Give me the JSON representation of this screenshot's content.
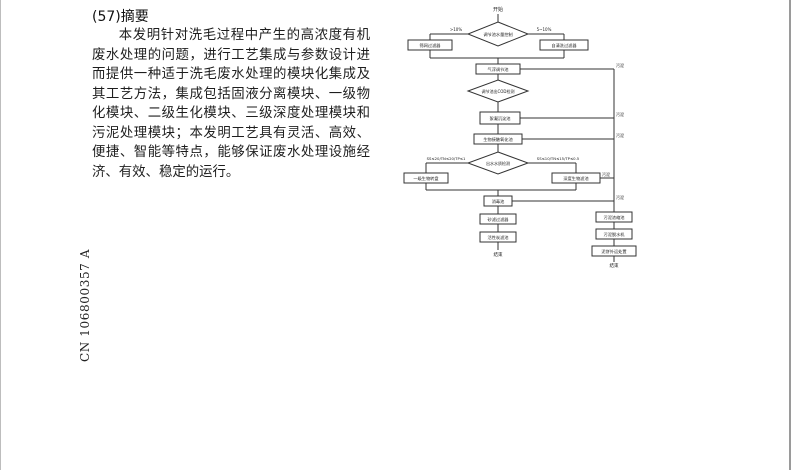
{
  "abstract": {
    "heading": "(57)摘要",
    "text": "本发明针对洗毛过程中产生的高浓度有机废水处理的问题，进行工艺集成与参数设计进而提供一种适于洗毛废水处理的模块化集成及其工艺方法，集成包括固液分离模块、一级物化模块、二级生化模块、三级深度处理模块和污泥处理模块；本发明工艺具有灵活、高效、便捷、智能等特点，能够保证废水处理设施经济、有效、稳定的运行。"
  },
  "document_id": "CN 106800357 A",
  "flowchart": {
    "start": "开始",
    "decision_1": "调节池水量控制",
    "branch_left_1": ">10%",
    "branch_right_1": "5~10%",
    "box_left_1": "筛网过滤器",
    "box_right_1": "自清洗过滤器",
    "box_2": "气浮调节池",
    "decision_2": "调节池出COD检测",
    "box_3": "絮凝沉淀池",
    "box_4": "生物接触氧化池",
    "decision_3": "出水水质检测",
    "branch_left_3": "SS≤20/TN≤20/TP≤1",
    "branch_right_3": "SS≤10/TN≤15/TP≤0.5",
    "box_left_3": "一级生物转盘",
    "box_right_3": "深度生物滤池",
    "box_5": "消毒池",
    "box_6": "砂滤过滤器",
    "box_7": "活性炭滤池",
    "end_left": "结束",
    "sludge_label_1": "污泥",
    "sludge_label_2": "污泥",
    "sludge_label_3": "污泥",
    "sludge_label_4": "污泥",
    "sludge_label_5": "污泥",
    "box_sludge_1": "污泥浓缩池",
    "box_sludge_2": "污泥脱水机",
    "box_sludge_3": "泥饼外运处置",
    "end_right": "结束"
  }
}
